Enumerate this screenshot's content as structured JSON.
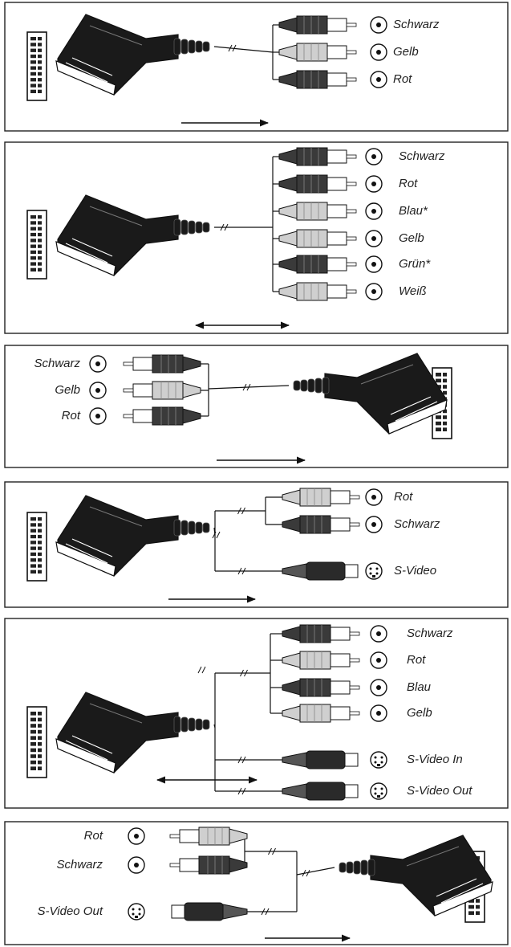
{
  "panels": [
    {
      "id": "p1",
      "orientation": "scart-left",
      "arrow": "right",
      "connectors": [
        {
          "label": "Schwarz",
          "type": "rca",
          "shade": "dark"
        },
        {
          "label": "Gelb",
          "type": "rca",
          "shade": "light"
        },
        {
          "label": "Rot",
          "type": "rca",
          "shade": "dark"
        }
      ]
    },
    {
      "id": "p2",
      "orientation": "scart-left",
      "arrow": "both",
      "connectors": [
        {
          "label": "Schwarz",
          "type": "rca",
          "shade": "dark"
        },
        {
          "label": "Rot",
          "type": "rca",
          "shade": "dark"
        },
        {
          "label": "Blau*",
          "type": "rca",
          "shade": "light"
        },
        {
          "label": "Gelb",
          "type": "rca",
          "shade": "light"
        },
        {
          "label": "Grün*",
          "type": "rca",
          "shade": "dark"
        },
        {
          "label": "Weiß",
          "type": "rca",
          "shade": "light"
        }
      ]
    },
    {
      "id": "p3",
      "orientation": "scart-right",
      "arrow": "right",
      "connectors": [
        {
          "label": "Schwarz",
          "type": "rca",
          "shade": "dark"
        },
        {
          "label": "Gelb",
          "type": "rca",
          "shade": "light"
        },
        {
          "label": "Rot",
          "type": "rca",
          "shade": "dark"
        }
      ]
    },
    {
      "id": "p4",
      "orientation": "scart-left",
      "arrow": "right",
      "connectors": [
        {
          "label": "Rot",
          "type": "rca",
          "shade": "light"
        },
        {
          "label": "Schwarz",
          "type": "rca",
          "shade": "dark"
        },
        {
          "label": "S-Video",
          "type": "svideo",
          "shade": "dark"
        }
      ]
    },
    {
      "id": "p5",
      "orientation": "scart-left",
      "arrow": "both",
      "connectors": [
        {
          "label": "Schwarz",
          "type": "rca",
          "shade": "dark"
        },
        {
          "label": "Rot",
          "type": "rca",
          "shade": "light"
        },
        {
          "label": "Blau",
          "type": "rca",
          "shade": "dark"
        },
        {
          "label": "Gelb",
          "type": "rca",
          "shade": "light"
        },
        {
          "label": "S-Video In",
          "type": "svideo",
          "shade": "dark"
        },
        {
          "label": "S-Video Out",
          "type": "svideo",
          "shade": "dark"
        }
      ]
    },
    {
      "id": "p6",
      "orientation": "scart-right",
      "arrow": "right",
      "connectors": [
        {
          "label": "Rot",
          "type": "rca",
          "shade": "light"
        },
        {
          "label": "Schwarz",
          "type": "rca",
          "shade": "dark"
        },
        {
          "label": "S-Video Out",
          "type": "svideo",
          "shade": "dark"
        }
      ]
    }
  ]
}
